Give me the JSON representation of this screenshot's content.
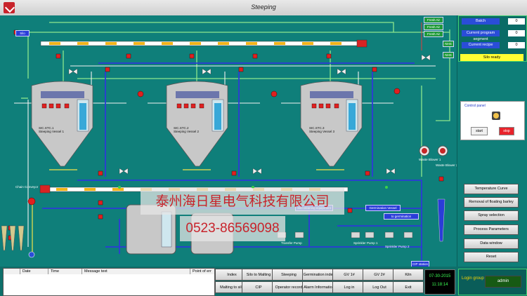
{
  "window": {
    "title": "Steeping"
  },
  "plant": {
    "vessels": [
      {
        "id": "SIC.STC.1",
        "label": "Steeping Vessel 1"
      },
      {
        "id": "SIC.STC.2",
        "label": "Steeping Vessel 2"
      },
      {
        "id": "SIC.STC.3",
        "label": "Steeping Vessel 3"
      }
    ],
    "inlet_label": "Silo",
    "fresh_air": [
      "Fresh Air",
      "Fresh Air",
      "Fresh Air"
    ],
    "nhs_tags": [
      "NHS",
      "NHS"
    ],
    "fans": [
      "Waste Blower 1",
      "Waste Blower 2"
    ],
    "chain_conveyor": "Chain Conveyor",
    "germination_vessel": "Germination Vessel",
    "to_germination": "to germination",
    "silo_cleaning": "Silo cleaning equipment",
    "cip_station": "CIP station",
    "pumps": [
      "Sprinkler Pump 1",
      "Sprinkler Pump 2",
      "Transfer Pump"
    ],
    "watermark_company": "泰州海日星电气科技有限公司",
    "watermark_phone": "0523-86569098"
  },
  "right_panel": {
    "info": [
      {
        "label": "Batch",
        "value": "0"
      },
      {
        "label": "Current program segment",
        "value": "0"
      },
      {
        "label": "Current recipe",
        "value": "0"
      }
    ],
    "status": "Silo ready",
    "control_panel": {
      "title": "Control panel",
      "start": "start",
      "stop": "stop"
    },
    "buttons": [
      "Temperature Curve",
      "Removal of floating barley",
      "Spray selection",
      "Process Parameters",
      "Data window",
      "Reset"
    ]
  },
  "messages": {
    "columns": [
      "Date",
      "Time",
      "Message text",
      "Point of err"
    ]
  },
  "nav": {
    "row1": [
      "Index",
      "Silo to Malting",
      "Steeping",
      "Germination index",
      "GV 1#",
      "GV 2#",
      "Kiln"
    ],
    "row2": [
      "Malting to silo",
      "CIP",
      "Operator record",
      "Alarm Information",
      "Log in",
      "Log Out",
      "Exit"
    ]
  },
  "clock": {
    "date": "07-30-2015",
    "time": "11:18:14"
  },
  "login": {
    "label": "Login group",
    "user": "admin"
  }
}
